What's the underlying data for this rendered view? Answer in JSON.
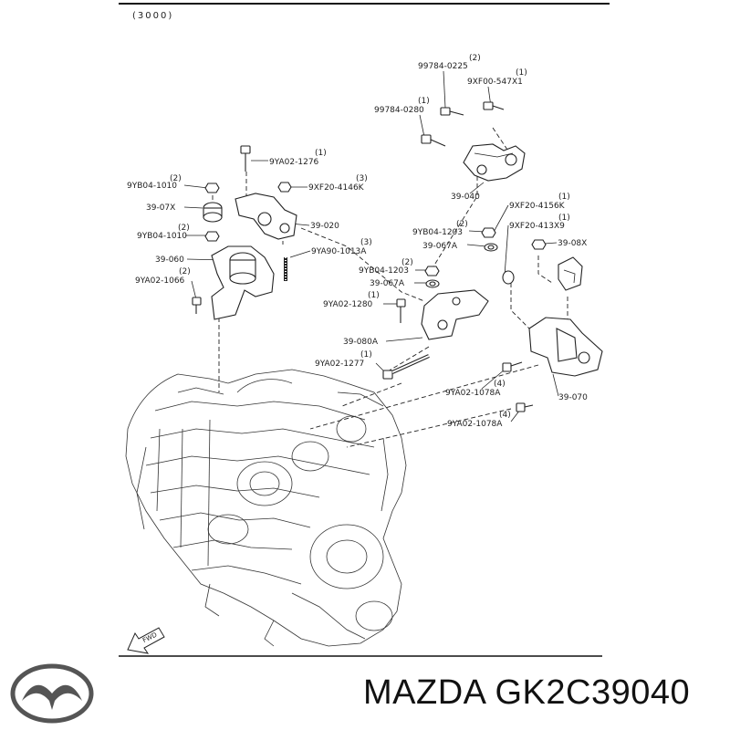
{
  "header": {
    "code": "(3000)"
  },
  "labels": [
    {
      "id": "l1",
      "part": "99784-0225",
      "qty": "(2)"
    },
    {
      "id": "l2",
      "part": "9XF00-547X1",
      "qty": "(1)"
    },
    {
      "id": "l3",
      "part": "99784-0280",
      "qty": "(1)"
    },
    {
      "id": "l4",
      "part": "9YA02-1276",
      "qty": "(1)"
    },
    {
      "id": "l5",
      "part": "9YB04-1010",
      "qty": "(2)"
    },
    {
      "id": "l6",
      "part": "9XF20-4146K",
      "qty": "(3)"
    },
    {
      "id": "l7",
      "part": "39-07X",
      "qty": ""
    },
    {
      "id": "l8",
      "part": "39-020",
      "qty": ""
    },
    {
      "id": "l9",
      "part": "9YB04-1010",
      "qty": "(2)"
    },
    {
      "id": "l10",
      "part": "9YA90-1013A",
      "qty": "(3)"
    },
    {
      "id": "l11",
      "part": "39-060",
      "qty": ""
    },
    {
      "id": "l12",
      "part": "9YA02-1066",
      "qty": "(2)"
    },
    {
      "id": "l13",
      "part": "39-040",
      "qty": ""
    },
    {
      "id": "l14",
      "part": "9XF20-4156K",
      "qty": "(1)"
    },
    {
      "id": "l15",
      "part": "9YB04-1203",
      "qty": "(2)"
    },
    {
      "id": "l16",
      "part": "9XF20-413X9",
      "qty": "(1)"
    },
    {
      "id": "l17",
      "part": "39-067A",
      "qty": ""
    },
    {
      "id": "l18",
      "part": "39-08X",
      "qty": ""
    },
    {
      "id": "l19",
      "part": "9YB04-1203",
      "qty": "(2)"
    },
    {
      "id": "l20",
      "part": "39-067A",
      "qty": ""
    },
    {
      "id": "l21",
      "part": "9YA02-1280",
      "qty": "(1)"
    },
    {
      "id": "l22",
      "part": "39-080A",
      "qty": ""
    },
    {
      "id": "l23",
      "part": "9YA02-1277",
      "qty": "(1)"
    },
    {
      "id": "l24",
      "part": "9YA02-1078A",
      "qty": "(4)"
    },
    {
      "id": "l25",
      "part": "39-070",
      "qty": ""
    },
    {
      "id": "l26",
      "part": "9YA02-1078A",
      "qty": "(4)"
    }
  ],
  "fwd_label": "FWD",
  "footer": {
    "brand_text": "MAZDA GK2C39040",
    "logo": "mazda-logo"
  }
}
